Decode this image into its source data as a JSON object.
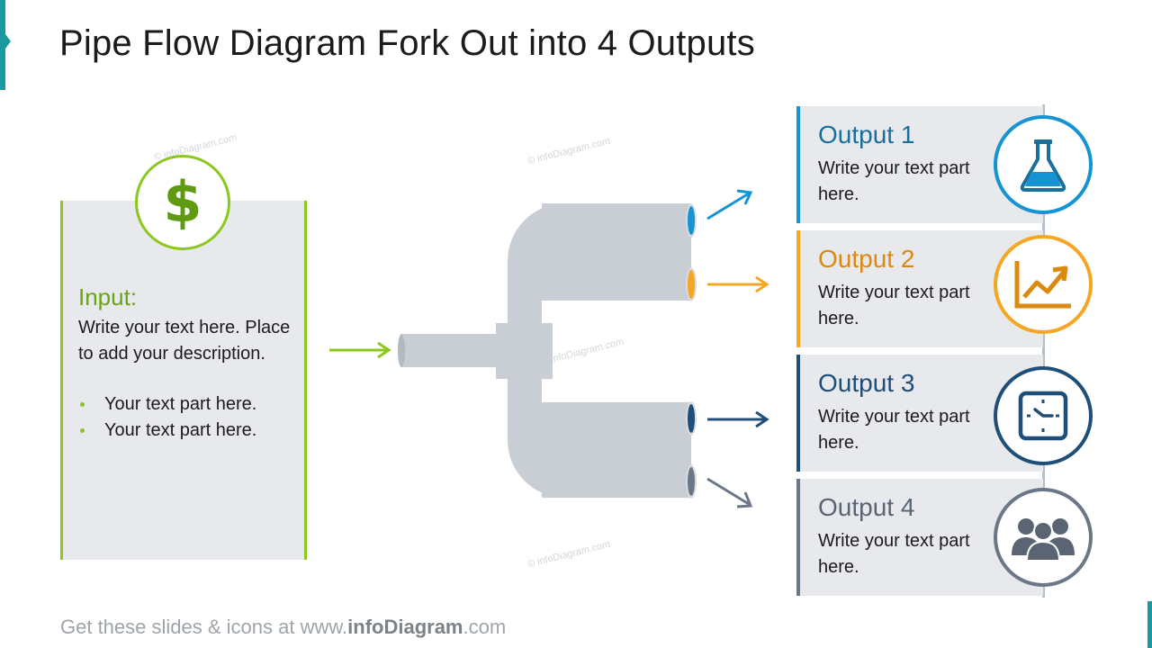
{
  "title": "Pipe Flow Diagram Fork Out into 4 Outputs",
  "watermark": "© infoDiagram.com",
  "input": {
    "heading": "Input:",
    "description": "Write your text here. Place to add your description.",
    "bullets": [
      "Your text part here.",
      "Your text part here."
    ],
    "icon": "dollar-icon",
    "icon_glyph": "$",
    "color": "#8cc71f"
  },
  "outputs": [
    {
      "title": "Output 1",
      "text": "Write your text part here.",
      "icon": "flask-icon",
      "color": "#1593d2",
      "title_color": "#1b6f9b"
    },
    {
      "title": "Output 2",
      "text": "Write your text part here.",
      "icon": "growth-chart-icon",
      "color": "#f5a623",
      "title_color": "#d98a0f"
    },
    {
      "title": "Output 3",
      "text": "Write your text part here.",
      "icon": "clock-icon",
      "color": "#1f4e79",
      "title_color": "#1f4e79"
    },
    {
      "title": "Output 4",
      "text": "Write your text part here.",
      "icon": "team-icon",
      "color": "#6b7787",
      "title_color": "#5a6472"
    }
  ],
  "footer": {
    "prefix": "Get these slides & icons at www.",
    "brand": "infoDiagram",
    "suffix": ".com"
  },
  "colors": {
    "pipe": "#c9ced5",
    "panel": "#e7e9ec",
    "accent": "#1a9aa0"
  }
}
